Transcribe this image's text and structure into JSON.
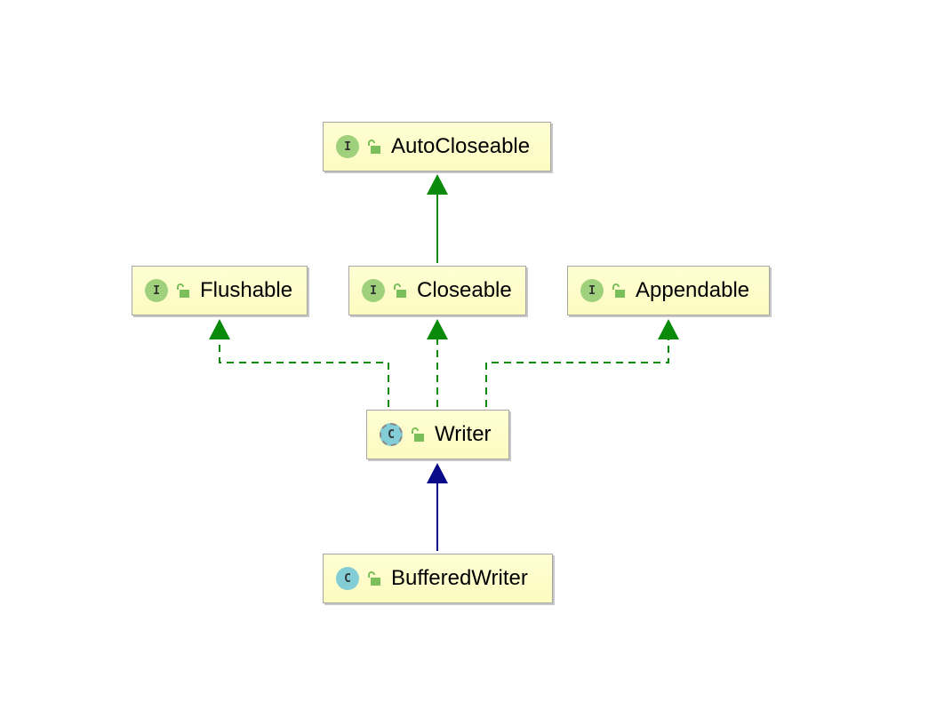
{
  "diagram": {
    "nodes": {
      "autocloseable": {
        "name": "AutoCloseable",
        "kind_badge": "I",
        "kind": "interface",
        "kind_icon": "interface-icon",
        "visibility_icon": "unlocked-icon"
      },
      "flushable": {
        "name": "Flushable",
        "kind_badge": "I",
        "kind": "interface",
        "kind_icon": "interface-icon",
        "visibility_icon": "unlocked-icon"
      },
      "closeable": {
        "name": "Closeable",
        "kind_badge": "I",
        "kind": "interface",
        "kind_icon": "interface-icon",
        "visibility_icon": "unlocked-icon"
      },
      "appendable": {
        "name": "Appendable",
        "kind_badge": "I",
        "kind": "interface",
        "kind_icon": "interface-icon",
        "visibility_icon": "unlocked-icon"
      },
      "writer": {
        "name": "Writer",
        "kind_badge": "C",
        "kind": "abstract-class",
        "kind_icon": "abstract-class-icon",
        "visibility_icon": "unlocked-icon"
      },
      "bufferedwriter": {
        "name": "BufferedWriter",
        "kind_badge": "C",
        "kind": "class",
        "kind_icon": "class-icon",
        "visibility_icon": "unlocked-icon"
      }
    },
    "edges": [
      {
        "from": "Closeable",
        "to": "AutoCloseable",
        "type": "extends"
      },
      {
        "from": "Writer",
        "to": "Flushable",
        "type": "implements"
      },
      {
        "from": "Writer",
        "to": "Closeable",
        "type": "implements"
      },
      {
        "from": "Writer",
        "to": "Appendable",
        "type": "implements"
      },
      {
        "from": "BufferedWriter",
        "to": "Writer",
        "type": "extends"
      }
    ],
    "colors": {
      "interface_edge": "#0a8a0a",
      "class_edge": "#0b0b8a",
      "node_fill": "#fdfcc9",
      "interface_badge": "#9fd17c",
      "class_badge": "#83cdd6"
    }
  }
}
